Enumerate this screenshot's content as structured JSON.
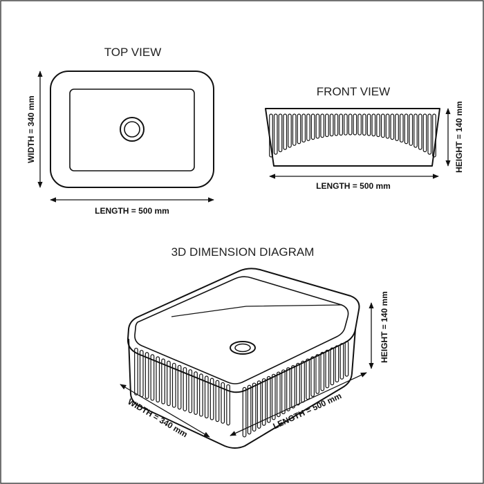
{
  "views": {
    "top_title": "TOP VIEW",
    "front_title": "FRONT VIEW",
    "iso_title": "3D DIMENSION DIAGRAM"
  },
  "dimensions": {
    "top_width": "WIDTH = 340 mm",
    "top_length": "LENGTH = 500 mm",
    "front_height": "HEIGHT = 140 mm",
    "front_length": "LENGTH = 500 mm",
    "iso_height": "HEIGHT = 140 mm",
    "iso_width": "WIDTH = 340 mm",
    "iso_length": "LENGTH = 500 mm"
  },
  "colors": {
    "line": "#111111",
    "background": "#ffffff"
  }
}
